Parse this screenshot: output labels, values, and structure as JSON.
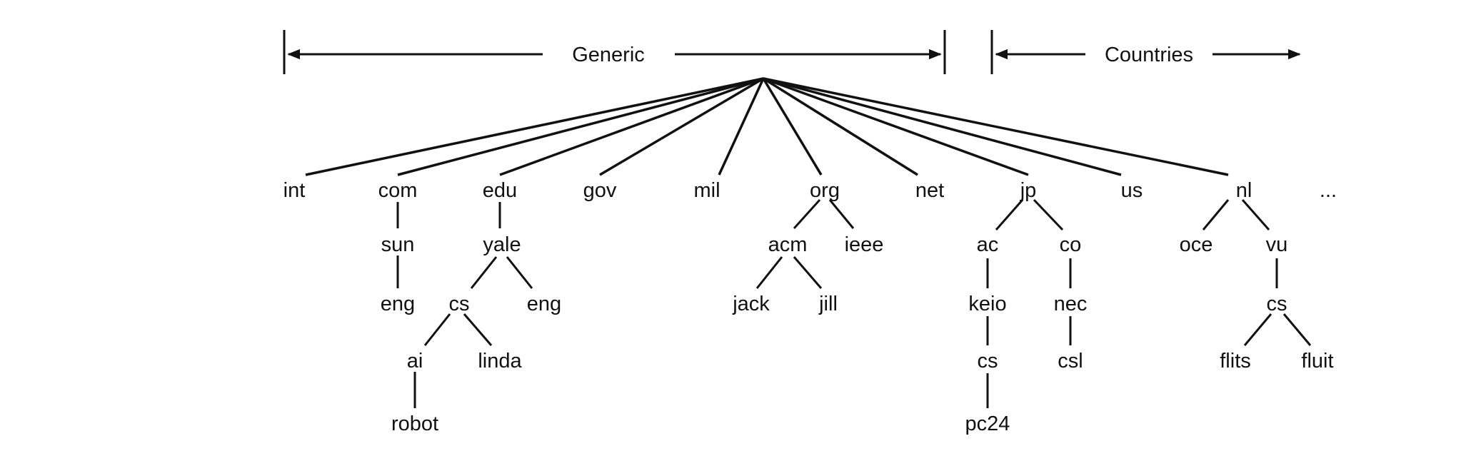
{
  "header": {
    "generic_label": "Generic",
    "countries_label": "Countries"
  },
  "tree": {
    "root": "",
    "top_level": [
      "int",
      "com",
      "edu",
      "gov",
      "mil",
      "org",
      "net",
      "jp",
      "us",
      "nl"
    ],
    "ellipsis": "...",
    "nodes": {
      "int": "int",
      "com": "com",
      "com_sun": "sun",
      "com_sun_eng": "eng",
      "edu": "edu",
      "edu_yale": "yale",
      "edu_yale_cs": "cs",
      "edu_yale_eng": "eng",
      "edu_yale_cs_ai": "ai",
      "edu_yale_cs_linda": "linda",
      "edu_yale_cs_ai_robot": "robot",
      "gov": "gov",
      "mil": "mil",
      "org": "org",
      "org_acm": "acm",
      "org_ieee": "ieee",
      "org_acm_jack": "jack",
      "org_acm_jill": "jill",
      "net": "net",
      "jp": "jp",
      "jp_ac": "ac",
      "jp_co": "co",
      "jp_ac_keio": "keio",
      "jp_ac_keio_cs": "cs",
      "jp_ac_keio_cs_pc24": "pc24",
      "jp_co_nec": "nec",
      "jp_co_nec_csl": "csl",
      "us": "us",
      "nl": "nl",
      "nl_oce": "oce",
      "nl_vu": "vu",
      "nl_vu_cs": "cs",
      "nl_vu_cs_flits": "flits",
      "nl_vu_cs_fluit": "fluit"
    }
  }
}
